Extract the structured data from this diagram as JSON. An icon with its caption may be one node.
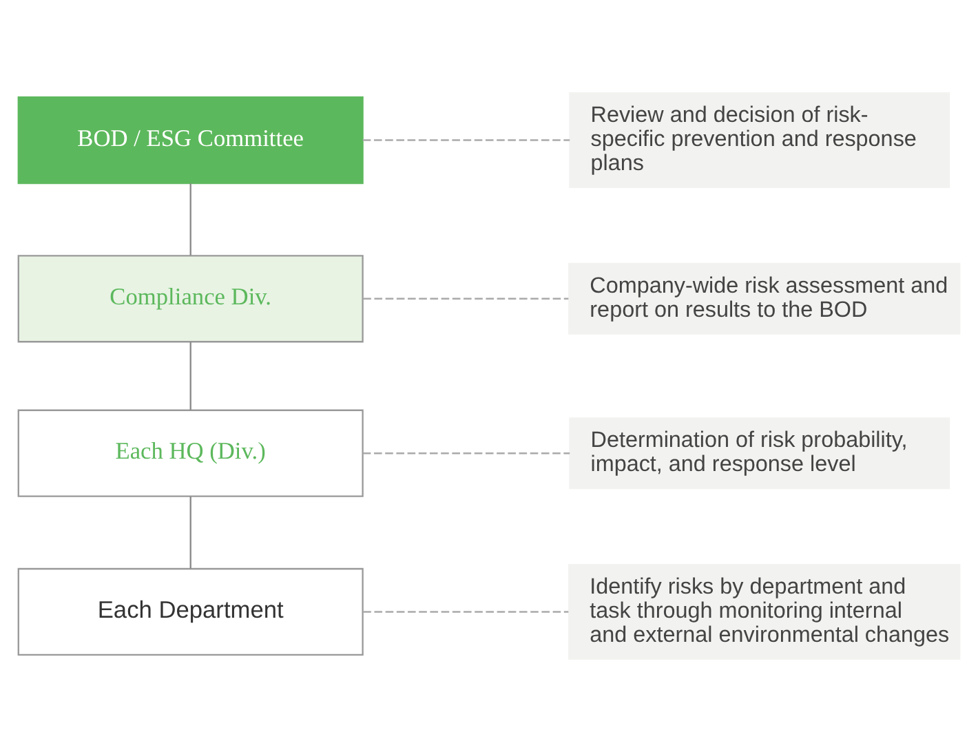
{
  "diagram": {
    "nodes": [
      {
        "text": [
          "BOD / ESG Committee"
        ]
      },
      {
        "text": [
          "Review and decision of risk-specific prevention and response plans"
        ]
      },
      {
        "text": [
          "Compliance Div."
        ]
      },
      {
        "text": [
          "Company-wide risk assessment and report on results to the BOD"
        ]
      },
      {
        "text": [
          "Each HQ (Div.)"
        ]
      },
      {
        "text": [
          "Determination of risk probability, impact, and response level"
        ]
      },
      {
        "text": [
          "Each Department"
        ]
      },
      {
        "text": [
          "Identify risks by department and task through monitoring internal and external environmental changes"
        ]
      }
    ],
    "edges": [
      {
        "from": 0,
        "to": 2,
        "arrow": "none"
      },
      {
        "from": 2,
        "to": 4,
        "arrow": "none"
      },
      {
        "from": 4,
        "to": 6,
        "arrow": "none"
      },
      {
        "from": 0,
        "to": 1,
        "arrow": "none",
        "style": "dashed"
      },
      {
        "from": 2,
        "to": 3,
        "arrow": "none",
        "style": "dashed"
      },
      {
        "from": 4,
        "to": 5,
        "arrow": "none",
        "style": "dashed"
      },
      {
        "from": 6,
        "to": 7,
        "arrow": "none",
        "style": "dashed"
      }
    ]
  }
}
